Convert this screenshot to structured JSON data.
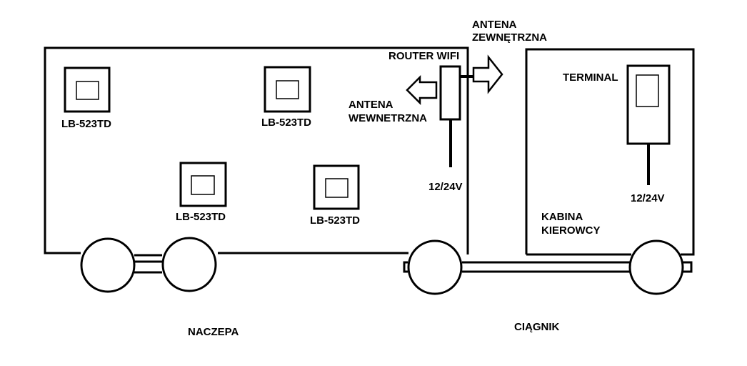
{
  "labels": {
    "sensor_1": "LB-523TD",
    "sensor_2": "LB-523TD",
    "sensor_3": "LB-523TD",
    "sensor_4": "LB-523TD",
    "router": "ROUTER WIFI",
    "antenna_internal_line1": "ANTENA",
    "antenna_internal_line2": "WEWNETRZNA",
    "antenna_external_line1": "ANTENA",
    "antenna_external_line2": "ZEWNĘTRZNA",
    "router_power": "12/24V",
    "terminal": "TERMINAL",
    "terminal_power": "12/24V",
    "cabin_line1": "KABINA",
    "cabin_line2": "KIEROWCY",
    "trailer": "NACZEPA",
    "tractor": "CIĄGNIK"
  },
  "colors": {
    "stroke": "#000000",
    "background": "#ffffff"
  }
}
